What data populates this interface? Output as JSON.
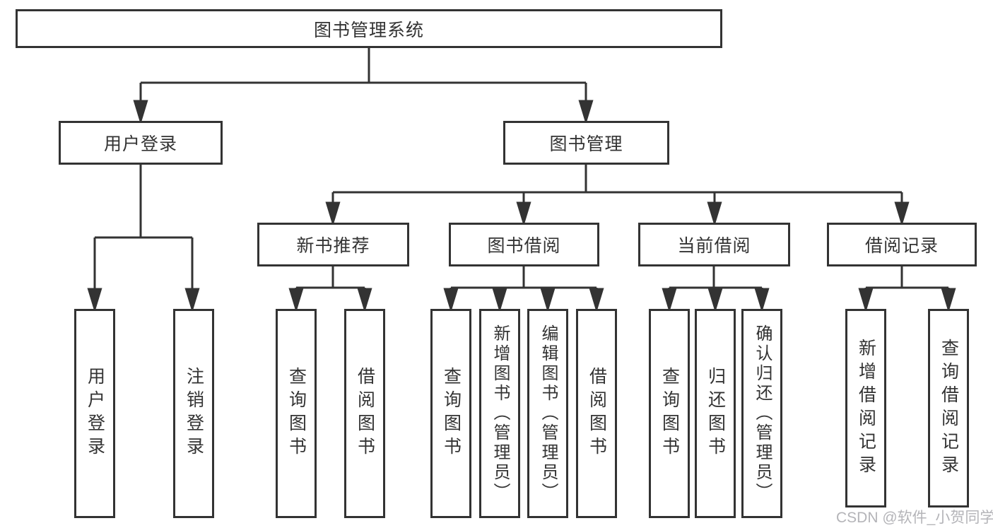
{
  "colors": {
    "line": "#333333",
    "text": "#333333",
    "box_background": "#ffffff",
    "watermark": "#b4b4b8"
  },
  "diagram": {
    "root": {
      "label": "图书管理系统",
      "children": [
        {
          "label": "用户登录",
          "children": [
            {
              "label": "用户登录"
            },
            {
              "label": "注销登录"
            }
          ]
        },
        {
          "label": "图书管理",
          "children": [
            {
              "label": "新书推荐",
              "children": [
                {
                  "label": "查询图书"
                },
                {
                  "label": "借阅图书"
                }
              ]
            },
            {
              "label": "图书借阅",
              "children": [
                {
                  "label": "查询图书"
                },
                {
                  "label": "新增图书（管理员）"
                },
                {
                  "label": "编辑图书（管理员）"
                },
                {
                  "label": "借阅图书"
                }
              ]
            },
            {
              "label": "当前借阅",
              "children": [
                {
                  "label": "查询图书"
                },
                {
                  "label": "归还图书"
                },
                {
                  "label": "确认归还（管理员）"
                }
              ]
            },
            {
              "label": "借阅记录",
              "children": [
                {
                  "label": "新增借阅记录"
                },
                {
                  "label": "查询借阅记录"
                }
              ]
            }
          ]
        }
      ]
    }
  },
  "watermark": {
    "text": "CSDN @软件_小贺同学"
  }
}
